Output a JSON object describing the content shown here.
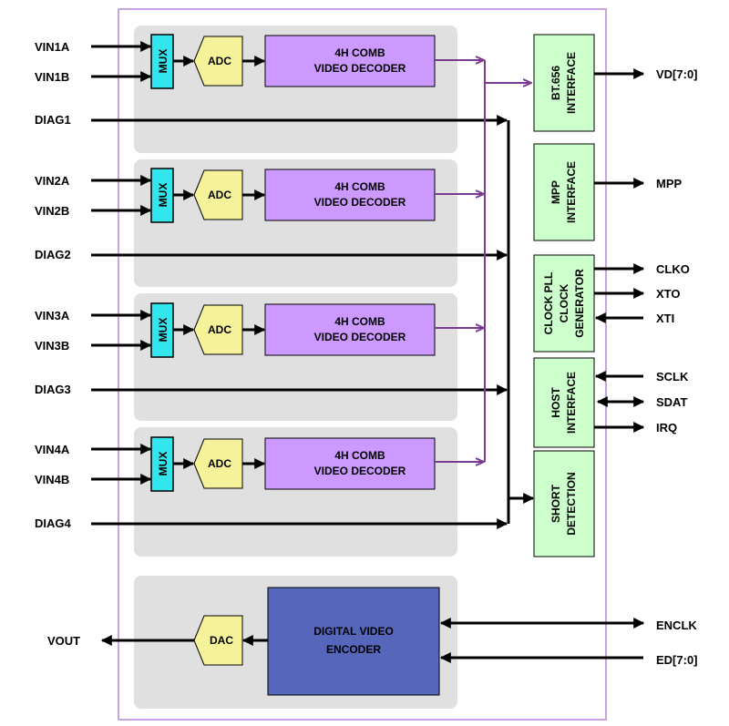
{
  "inputs": {
    "ch1": {
      "a": "VIN1A",
      "b": "VIN1B",
      "diag": "DIAG1"
    },
    "ch2": {
      "a": "VIN2A",
      "b": "VIN2B",
      "diag": "DIAG2"
    },
    "ch3": {
      "a": "VIN3A",
      "b": "VIN3B",
      "diag": "DIAG3"
    },
    "ch4": {
      "a": "VIN4A",
      "b": "VIN4B",
      "diag": "DIAG4"
    }
  },
  "blocks": {
    "mux": "MUX",
    "adc": "ADC",
    "decoder_line1": "4H COMB",
    "decoder_line2": "VIDEO DECODER",
    "dac": "DAC",
    "encoder_line1": "DIGITAL VIDEO",
    "encoder_line2": "ENCODER",
    "bt656_line1": "BT.656",
    "bt656_line2": "INTERFACE",
    "mpp_line1": "MPP",
    "mpp_line2": "INTERFACE",
    "clock_line1": "CLOCK PLL",
    "clock_line2": "CLOCK",
    "clock_line3": "GENERATOR",
    "host_line1": "HOST",
    "host_line2": "INTERFACE",
    "short_line1": "SHORT",
    "short_line2": "DETECTION"
  },
  "outputs": {
    "vd": "VD[7:0]",
    "mpp": "MPP",
    "clko": "CLKO",
    "xto": "XTO",
    "xti": "XTI",
    "sclk": "SCLK",
    "sdat": "SDAT",
    "irq": "IRQ",
    "enclk": "ENCLK",
    "ed": "ED[7:0]",
    "vout": "VOUT"
  },
  "colors": {
    "chip_border": "#c9a3e6",
    "panel": "#e0e0e0",
    "mux": "#33e6ee",
    "adc": "#f5f29a",
    "decoder": "#cc99ff",
    "interface": "#ccffcc",
    "encoder": "#5566bb",
    "bus": "#7a3b8f"
  }
}
